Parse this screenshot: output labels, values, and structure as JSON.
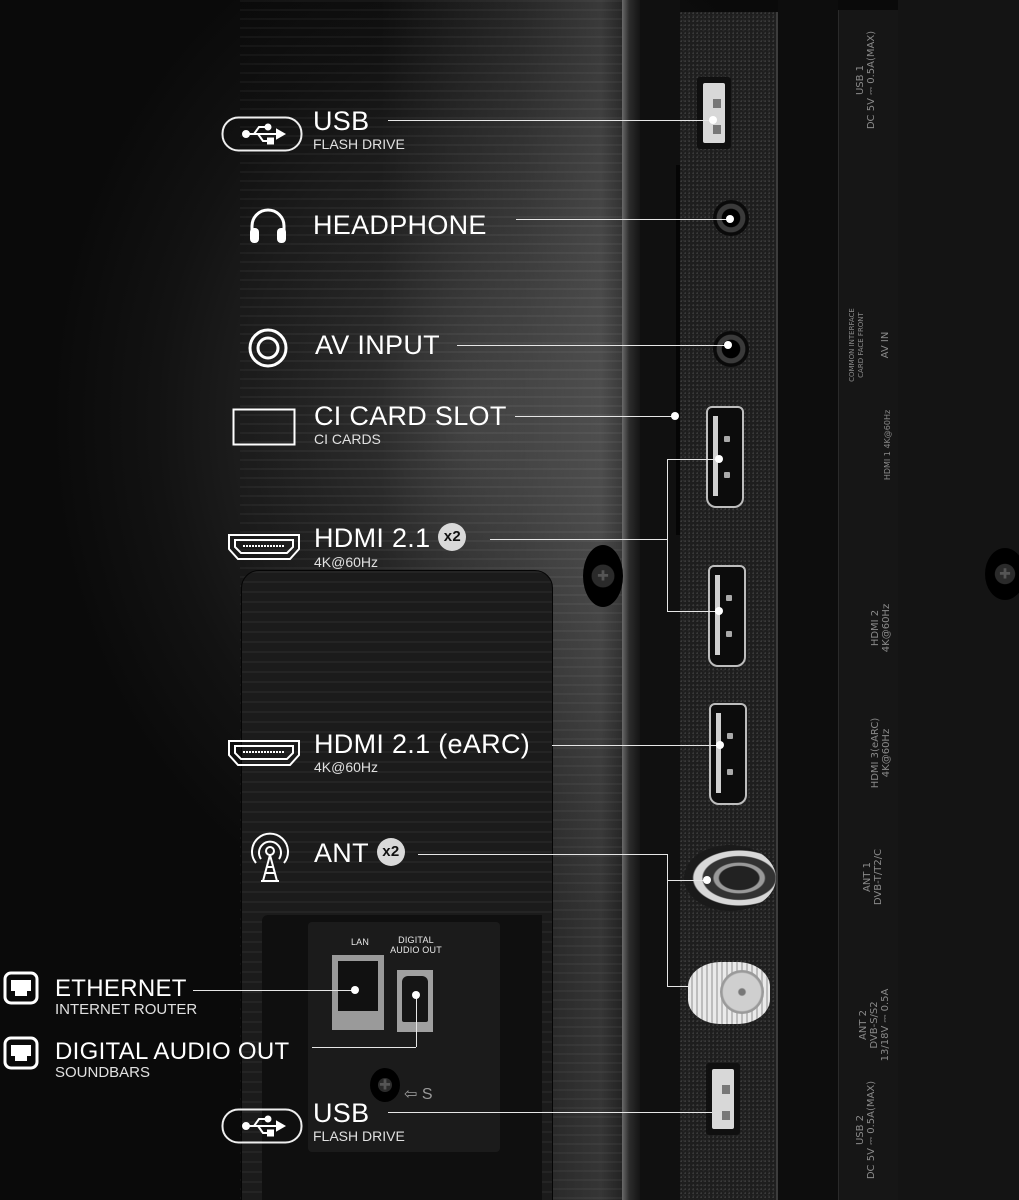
{
  "connections": [
    {
      "id": "usb1",
      "icon": "usb-icon",
      "title": "USB",
      "subtitle": "FLASH DRIVE"
    },
    {
      "id": "headphone",
      "icon": "headphone-icon",
      "title": "HEADPHONE",
      "subtitle": ""
    },
    {
      "id": "av_input",
      "icon": "av-input-icon",
      "title": "AV INPUT",
      "subtitle": ""
    },
    {
      "id": "ci_card_slot",
      "icon": "card-slot-icon",
      "title": "CI CARD SLOT",
      "subtitle": "CI CARDS"
    },
    {
      "id": "hdmi21",
      "icon": "hdmi-icon",
      "title": "HDMI 2.1",
      "badge": "x2",
      "subtitle": "4K@60Hz"
    },
    {
      "id": "hdmi21_earc",
      "icon": "hdmi-icon",
      "title": "HDMI 2.1 (eARC)",
      "subtitle": "4K@60Hz"
    },
    {
      "id": "ant",
      "icon": "antenna-icon",
      "title": "ANT",
      "badge": "x2",
      "subtitle": ""
    },
    {
      "id": "ethernet",
      "icon": "ethernet-icon",
      "title": "ETHERNET",
      "subtitle": "INTERNET ROUTER"
    },
    {
      "id": "digital_audio",
      "icon": "ethernet-icon",
      "title": "DIGITAL AUDIO OUT",
      "subtitle": "SOUNDBARS"
    },
    {
      "id": "usb2",
      "icon": "usb-icon",
      "title": "USB",
      "subtitle": "FLASH DRIVE"
    }
  ],
  "panel_labels": {
    "lan": "LAN",
    "digital_audio_out": "DIGITAL\nAUDIO OUT",
    "s_mark": "⇦ S"
  },
  "silkscreen": {
    "usb1": "USB 1",
    "usb1_spec": "DC 5V ⎓ 0.5A(MAX)",
    "common_interface": "COMMON INTERFACE",
    "card_face": "CARD FACE FRONT",
    "av_in": "AV IN",
    "hdmi1": "HDMI 1 4K@60Hz",
    "hdmi2": "HDMI 2",
    "hdmi2_spec": "4K@60Hz",
    "hdmi3": "HDMI 3(eARC)",
    "hdmi3_spec": "4K@60Hz",
    "ant1": "ANT 1",
    "ant1_spec": "DVB-T/T2/C",
    "ant2": "ANT 2",
    "ant2_spec": "DVB-S/S2",
    "ant2_power": "13/18V ⎓ 0.5A",
    "usb2": "USB 2",
    "usb2_spec": "DC 5V ⎓ 0.5A(MAX)"
  }
}
